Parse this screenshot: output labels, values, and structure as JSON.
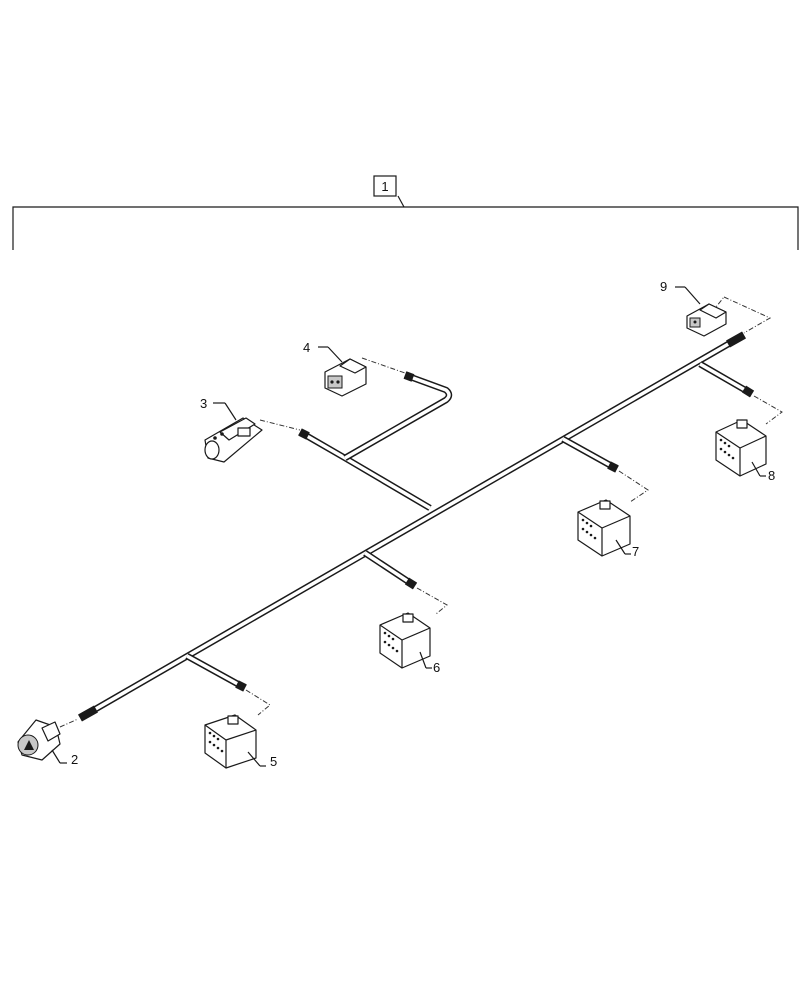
{
  "assembly": {
    "callout": "1",
    "icon": "bracket-icon"
  },
  "parts": [
    {
      "callout": "2",
      "icon": "round-connector-icon"
    },
    {
      "callout": "3",
      "icon": "inline-connector-icon"
    },
    {
      "callout": "4",
      "icon": "small-connector-icon"
    },
    {
      "callout": "5",
      "icon": "multi-pin-connector-icon"
    },
    {
      "callout": "6",
      "icon": "multi-pin-connector-icon"
    },
    {
      "callout": "7",
      "icon": "multi-pin-connector-icon"
    },
    {
      "callout": "8",
      "icon": "multi-pin-connector-icon"
    },
    {
      "callout": "9",
      "icon": "small-connector-icon"
    }
  ]
}
